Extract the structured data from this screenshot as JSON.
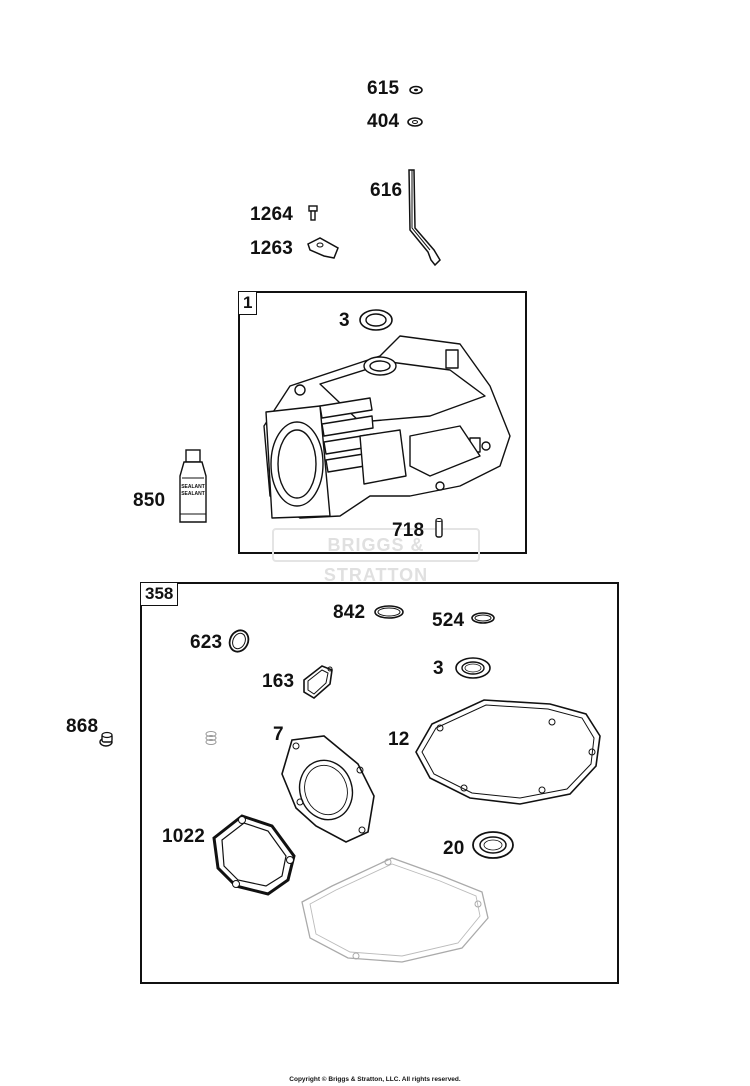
{
  "parts": {
    "p615": "615",
    "p404": "404",
    "p616": "616",
    "p1264": "1264",
    "p1263": "1263",
    "p3a": "3",
    "p850": "850",
    "p718": "718",
    "p842": "842",
    "p524": "524",
    "p623": "623",
    "p3b": "3",
    "p163": "163",
    "p868": "868",
    "p7": "7",
    "p12": "12",
    "p1022": "1022",
    "p20": "20"
  },
  "groups": {
    "g1": "1",
    "g358": "358"
  },
  "tube_text": {
    "line1": "SEALANT",
    "line2": "SEALANT"
  },
  "watermark": "BRIGGS & STRATTON",
  "copyright": "Copyright © Briggs & Stratton, LLC. All rights reserved."
}
